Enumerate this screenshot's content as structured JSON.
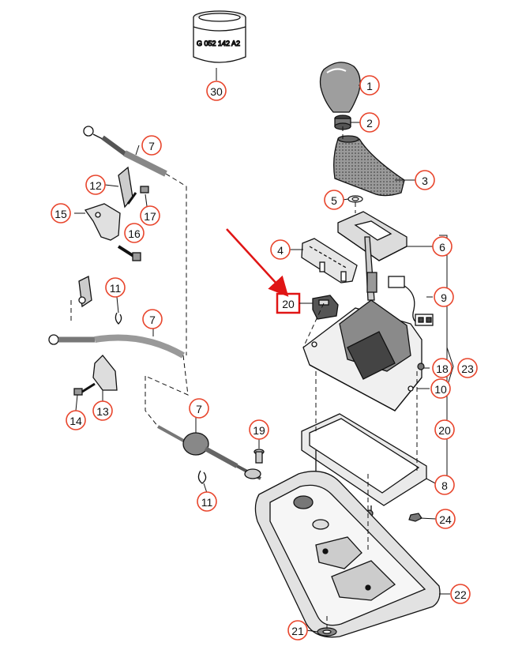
{
  "diagram": {
    "part_label_text": "G 052 142 A2",
    "callout_color": "#e8452c",
    "highlight_color": "#e01515",
    "callouts": [
      {
        "id": "c1",
        "number": "1"
      },
      {
        "id": "c2",
        "number": "2"
      },
      {
        "id": "c3",
        "number": "3"
      },
      {
        "id": "c4",
        "number": "4"
      },
      {
        "id": "c5",
        "number": "5"
      },
      {
        "id": "c6",
        "number": "6"
      },
      {
        "id": "c7a",
        "number": "7"
      },
      {
        "id": "c7b",
        "number": "7"
      },
      {
        "id": "c7c",
        "number": "7"
      },
      {
        "id": "c8",
        "number": "8"
      },
      {
        "id": "c9",
        "number": "9"
      },
      {
        "id": "c10",
        "number": "10"
      },
      {
        "id": "c11a",
        "number": "11"
      },
      {
        "id": "c11b",
        "number": "11"
      },
      {
        "id": "c12",
        "number": "12"
      },
      {
        "id": "c13",
        "number": "13"
      },
      {
        "id": "c14",
        "number": "14"
      },
      {
        "id": "c15",
        "number": "15"
      },
      {
        "id": "c16",
        "number": "16"
      },
      {
        "id": "c17",
        "number": "17"
      },
      {
        "id": "c18",
        "number": "18"
      },
      {
        "id": "c19",
        "number": "19"
      },
      {
        "id": "c20a",
        "number": "20"
      },
      {
        "id": "c21",
        "number": "21"
      },
      {
        "id": "c22",
        "number": "22"
      },
      {
        "id": "c23",
        "number": "23"
      },
      {
        "id": "c24",
        "number": "24"
      },
      {
        "id": "c30",
        "number": "30"
      }
    ],
    "highlighted_label": "20"
  }
}
